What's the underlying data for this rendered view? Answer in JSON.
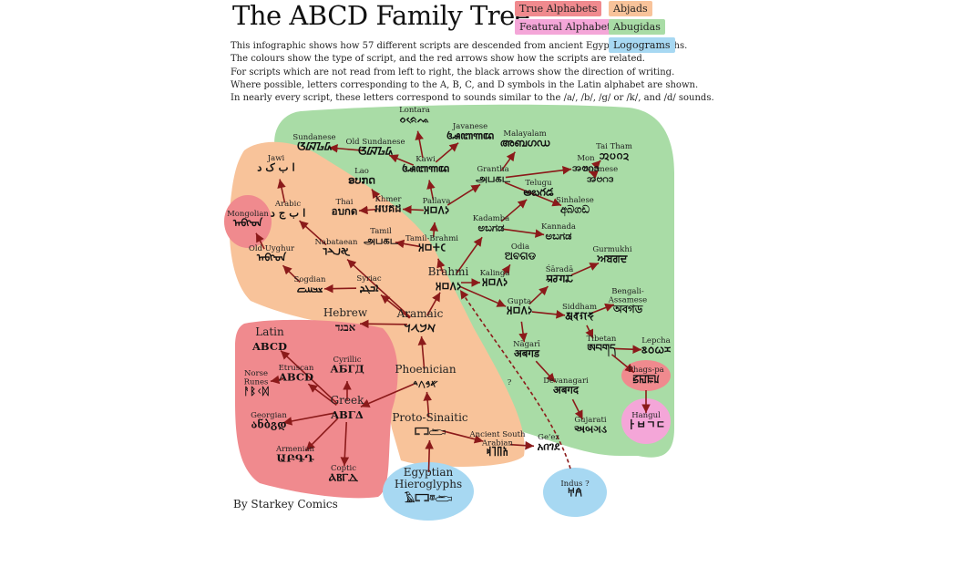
{
  "title": "The ABCD Family Tree",
  "intro_lines": [
    "This infographic shows how 57 different scripts are descended from ancient Egyptian hieroglyphs.",
    "The colours show the type of script, and the red arrows show how the scripts are related.",
    "For scripts which are not read from left to right, the black arrows show the direction of writing.",
    "Where possible, letters corresponding to the A, B, C, and D symbols in the Latin alphabet are shown.",
    "In nearly every script, these letters correspond to sounds similar to the /a/, /b/, /g/ or /k/, and /d/ sounds."
  ],
  "legend": [
    {
      "label": "True Alphabets",
      "color": "#f08a8e"
    },
    {
      "label": "Abjads",
      "color": "#f8c39a"
    },
    {
      "label": "Featural Alphabets",
      "color": "#f4a6d8"
    },
    {
      "label": "Abugidas",
      "color": "#a9dca6"
    },
    {
      "label": "Logograms",
      "color": "#a7d8f2"
    }
  ],
  "credit": "By Starkey Comics",
  "nodes": {
    "lontara": {
      "name": "Lontara",
      "glyph": "ᨔᨑᨙᨕ"
    },
    "javanese": {
      "name": "Javanese",
      "glyph": "ꦄꦧꦒꦢ"
    },
    "malayalam": {
      "name": "Malayalam",
      "glyph": "അബഗഡ"
    },
    "sundanese": {
      "name": "Sundanese",
      "glyph": "ᮃᮘᮌᮓ"
    },
    "old_sundanese": {
      "name": "Old Sundanese",
      "glyph": "ᮃᮘᮌᮓ"
    },
    "kawi": {
      "name": "Kawi",
      "glyph": "ꦄꦧꦒꦢ"
    },
    "grantha": {
      "name": "Grantha",
      "glyph": "அபகட"
    },
    "mon": {
      "name": "Mon",
      "glyph": "အဗဂဒ"
    },
    "tai_tham": {
      "name": "Tai Tham",
      "glyph": "ᩋᨷᨣᨯ"
    },
    "burmese": {
      "name": "Burmese",
      "glyph": "အဗဂဒ"
    },
    "jawi": {
      "name": "Jawi",
      "glyph": "ا ب ک د"
    },
    "lao": {
      "name": "Lao",
      "glyph": "ອບກດ"
    },
    "telugu": {
      "name": "Telugu",
      "glyph": "అబగడ"
    },
    "sinhalese": {
      "name": "Sinhalese",
      "glyph": "අබගඩ"
    },
    "arabic": {
      "name": "Arabic",
      "glyph": "ا ب ج د"
    },
    "thai": {
      "name": "Thai",
      "glyph": "อบกด"
    },
    "khmer": {
      "name": "Khmer",
      "glyph": "អបគដ"
    },
    "pallava": {
      "name": "Pallava",
      "glyph": "𑀅𑀩𑀕𑀤"
    },
    "kadamba": {
      "name": "Kadamba",
      "glyph": "ಅಬಗಡ"
    },
    "kannada": {
      "name": "Kannada",
      "glyph": "ಅಬಗಡ"
    },
    "mongolian": {
      "name": "Mongolian",
      "glyph": "ᠠᠪᠭᠳ"
    },
    "tamil": {
      "name": "Tamil",
      "glyph": "அபகட"
    },
    "tamil_brahmi": {
      "name": "Tamil-Brahmi",
      "glyph": "𑀅𑀩𑀓𑀝"
    },
    "odia": {
      "name": "Odia",
      "glyph": "ଅବଗଡ"
    },
    "gurmukhi": {
      "name": "Gurmukhi",
      "glyph": "ਅਬਗਦ"
    },
    "old_uyghur": {
      "name": "Old Uyghur",
      "glyph": "ᠠᠪᠭᠳ"
    },
    "nabataean": {
      "name": "Nabataean",
      "glyph": "𐢀𐢃𐢄𐢅"
    },
    "brahmi": {
      "name": "Brahmi",
      "glyph": "𑀅𑀩𑀕𑀤"
    },
    "kalinga": {
      "name": "Kalinga",
      "glyph": "𑀅𑀩𑀕𑀤"
    },
    "sarada": {
      "name": "Śāradā",
      "glyph": "𑆃𑆧𑆓𑆢"
    },
    "sogdian": {
      "name": "Sogdian",
      "glyph": "𐼰𐼱𐼲𐼳"
    },
    "syriac": {
      "name": "Syriac",
      "glyph": "ܐܒܓܕ"
    },
    "bengali_assamese": {
      "name": "Bengali-\nAssamese",
      "glyph": "অবগড"
    },
    "gupta": {
      "name": "Gupta",
      "glyph": "𑀅𑀩𑀕𑀤"
    },
    "siddham": {
      "name": "Siddham",
      "glyph": "𑖀𑖤𑖐𑖟"
    },
    "hebrew": {
      "name": "Hebrew",
      "glyph": "אבגד"
    },
    "aramaic": {
      "name": "Aramaic",
      "glyph": "𐡀𐡁𐡂𐡃"
    },
    "latin": {
      "name": "Latin",
      "glyph": "ABCD"
    },
    "cyrillic": {
      "name": "Cyrillic",
      "glyph": "АБГД"
    },
    "nagari": {
      "name": "Nāgarī",
      "glyph": "अबगड"
    },
    "tibetan": {
      "name": "Tibetan",
      "glyph": "ཨབགད"
    },
    "lepcha": {
      "name": "Lepcha",
      "glyph": "ᰣᰓᰃᰌ"
    },
    "etruscan": {
      "name": "Etruscan",
      "glyph": "ABCD"
    },
    "norse_runes": {
      "name": "Norse\nRunes",
      "glyph": "ᚨᛒᚲᛞ"
    },
    "phoenician": {
      "name": "Phoenician",
      "glyph": "𐤀𐤁𐤂𐤃"
    },
    "phags_pa": {
      "name": "Phags-pa",
      "glyph": "ꡝꡎꡀꡊ"
    },
    "greek": {
      "name": "Greek",
      "glyph": "ΑΒΓΔ"
    },
    "devanagari": {
      "name": "Devanagari",
      "glyph": "अबगद"
    },
    "georgian": {
      "name": "Georgian",
      "glyph": "ანბგდ"
    },
    "hangul": {
      "name": "Hangul",
      "glyph": "ㅏㅂㄱㄷ"
    },
    "gujarati": {
      "name": "Gujarati",
      "glyph": "અબગડ"
    },
    "proto_sinaitic": {
      "name": "Proto-Sinaitic",
      "glyph": "𓉐𓂧"
    },
    "armenian": {
      "name": "Armenian",
      "glyph": "ԱԲԳԴ"
    },
    "ancient_south_arabian": {
      "name": "Ancient South\nArabian",
      "glyph": "𐩱𐩨𐩴𐩵"
    },
    "geez": {
      "name": "Ge'ez",
      "glyph": "አበገደ"
    },
    "coptic": {
      "name": "Coptic",
      "glyph": "ⲀⲂⲄⲆ"
    },
    "egyptian": {
      "name": "Egyptian\nHieroglyphs",
      "glyph": "𓄿𓉐𓎼𓂧"
    },
    "indus": {
      "name": "Indus ?",
      "glyph": "𐀀𐀁"
    }
  },
  "question_mark": "?",
  "colors": {
    "arrow": "#8b1a1a",
    "abugida": "#a9dca6",
    "abjad": "#f8c39a",
    "alphabet": "#f08a8e",
    "featural": "#f4a6d8",
    "logogram": "#a7d8f2"
  }
}
